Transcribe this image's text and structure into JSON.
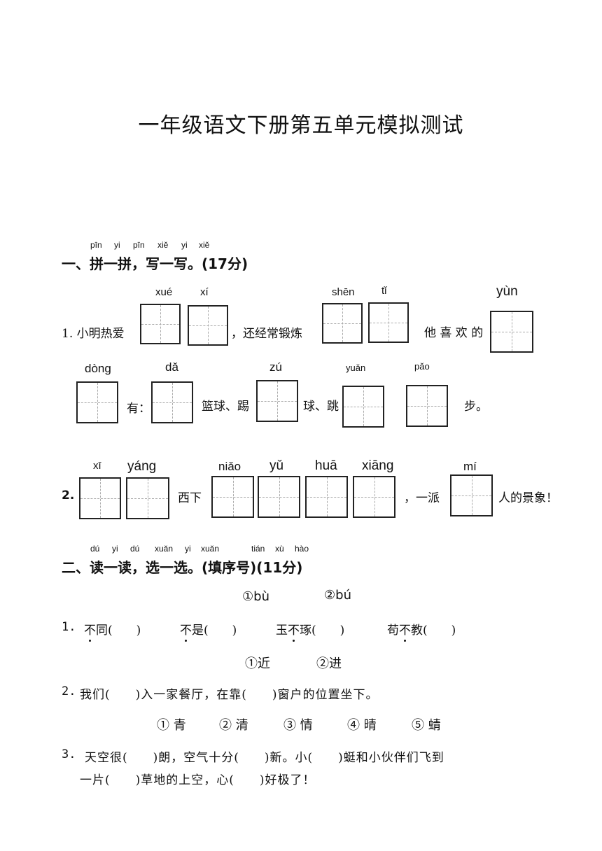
{
  "title": "一年级语文下册第五单元模拟测试",
  "section1": {
    "pinyin": [
      "pīn",
      "yi",
      "pīn",
      "xiě",
      "yi",
      "xiě"
    ],
    "heading": "一、拼一拼，写一写。(17分)",
    "q1": {
      "number_text": "1. 小明热爱",
      "pinyin": [
        "xué",
        "xí",
        "shēn",
        "tǐ",
        "yùn",
        "dòng",
        "dǎ",
        "zú",
        "yuǎn",
        "pǎo"
      ],
      "text_a": "，还经常锻炼",
      "text_b": "他 喜 欢 的",
      "text_c": "有：",
      "text_d": "篮球、踢",
      "text_e": "球、跳",
      "text_f": "步。"
    },
    "q2": {
      "number": "2.",
      "pinyin": [
        "xī",
        "yáng",
        "niǎo",
        "yǔ",
        "huā",
        "xiāng",
        "mí"
      ],
      "text_a": "西下",
      "text_b": "，一派",
      "text_c": "人的景象！"
    }
  },
  "section2": {
    "pinyin": [
      "dú",
      "yi",
      "dú",
      "xuǎn",
      "yi",
      "xuǎn",
      "tián",
      "xù",
      "hào"
    ],
    "heading": "二、读一读，选一选。(填序号)(11分)",
    "options1": [
      "①bù",
      "②bú"
    ],
    "q1": {
      "number": "1.",
      "items": [
        {
          "dot": "不",
          "rest": "同(　　)"
        },
        {
          "dot": "不",
          "rest": "是(　　)"
        },
        {
          "pre": "玉",
          "dot": "不",
          "rest": "琢(　　)"
        },
        {
          "pre": "苟",
          "dot": "不",
          "rest": "教(　　)"
        }
      ]
    },
    "options2": [
      "①近",
      "②进"
    ],
    "q2": {
      "number": "2.",
      "text": "我们(　　)入一家餐厅，在靠(　　)窗户的位置坐下。"
    },
    "options3": [
      "① 青",
      "② 清",
      "③ 情",
      "④ 晴",
      "⑤ 蜻"
    ],
    "q3": {
      "number": "3.",
      "line1": "天空很(　　)朗，空气十分(　　)新。小(　　)蜓和小伙伴们飞到",
      "line2": "一片(　　)草地的上空，心(　　)好极了！"
    }
  }
}
